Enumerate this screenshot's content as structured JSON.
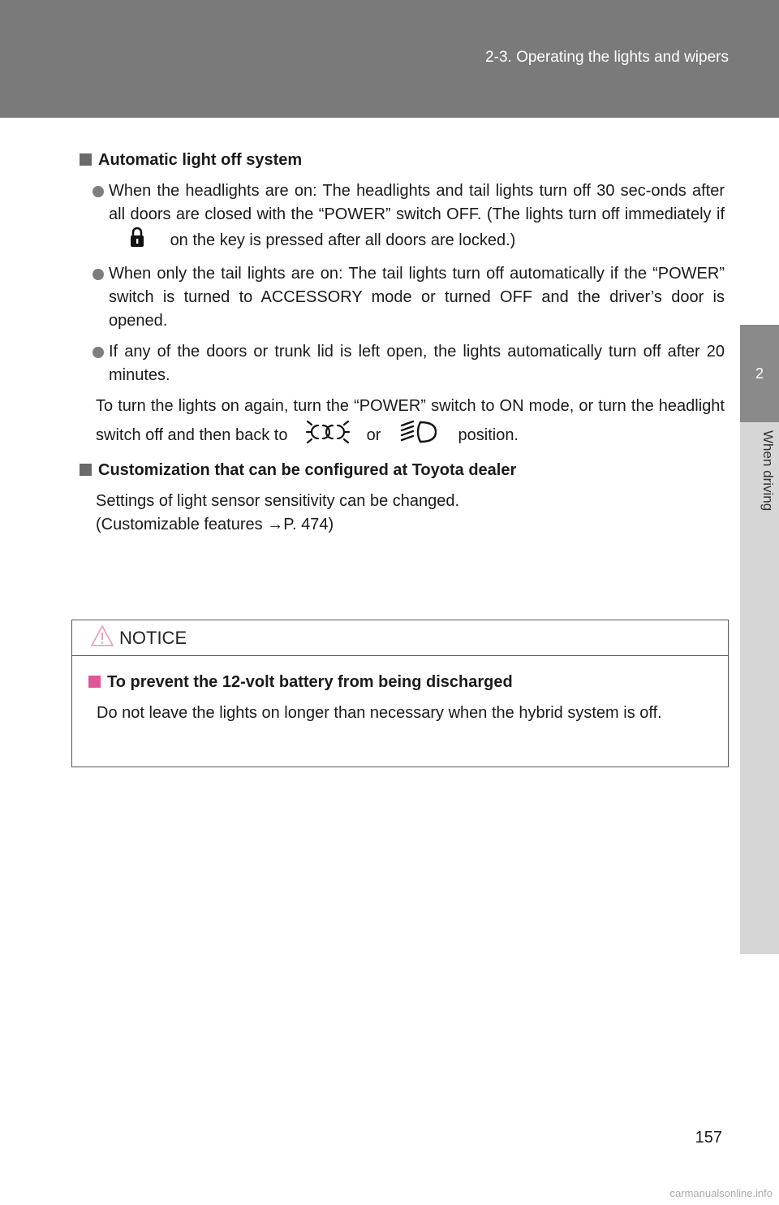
{
  "header": {
    "section_title": "2-3. Operating the lights and wipers"
  },
  "side_tab": {
    "number": "2",
    "label": "When driving"
  },
  "auto_off": {
    "heading": "Automatic light off system",
    "bullet1_pre": "When the headlights are on: The headlights and tail lights turn off 30 sec-onds after all doors are closed with the “POWER” switch OFF. (The lights turn off immediately if",
    "bullet1_post": "on the key is pressed after all doors are locked.)",
    "bullet2": "When only the tail lights are on: The tail lights turn off automatically if the “POWER” switch is turned to ACCESSORY mode or turned OFF and the driver’s door is opened.",
    "bullet3": "If any of the doors or trunk lid is left open, the lights automatically turn off after 20 minutes.",
    "para_pre": "To turn the lights on again, turn the “POWER” switch to ON mode, or turn the headlight switch off and then back to",
    "para_mid": "or",
    "para_post": "position."
  },
  "customization": {
    "heading": "Customization that can be configured at Toyota dealer",
    "line1": "Settings of light sensor sensitivity can be changed.",
    "line2": "(Customizable features →P. 474)"
  },
  "notice": {
    "title": "NOTICE",
    "heading": "To prevent the 12-volt battery from being discharged",
    "text": "Do not leave the lights on longer than necessary when the hybrid system is off."
  },
  "page_number": "157",
  "watermark": "carmanualsonline.info",
  "icons": {
    "lock": "lock-icon",
    "tail": "tail-light-icon",
    "headlight": "headlight-icon",
    "warning": "warning-triangle-icon"
  }
}
